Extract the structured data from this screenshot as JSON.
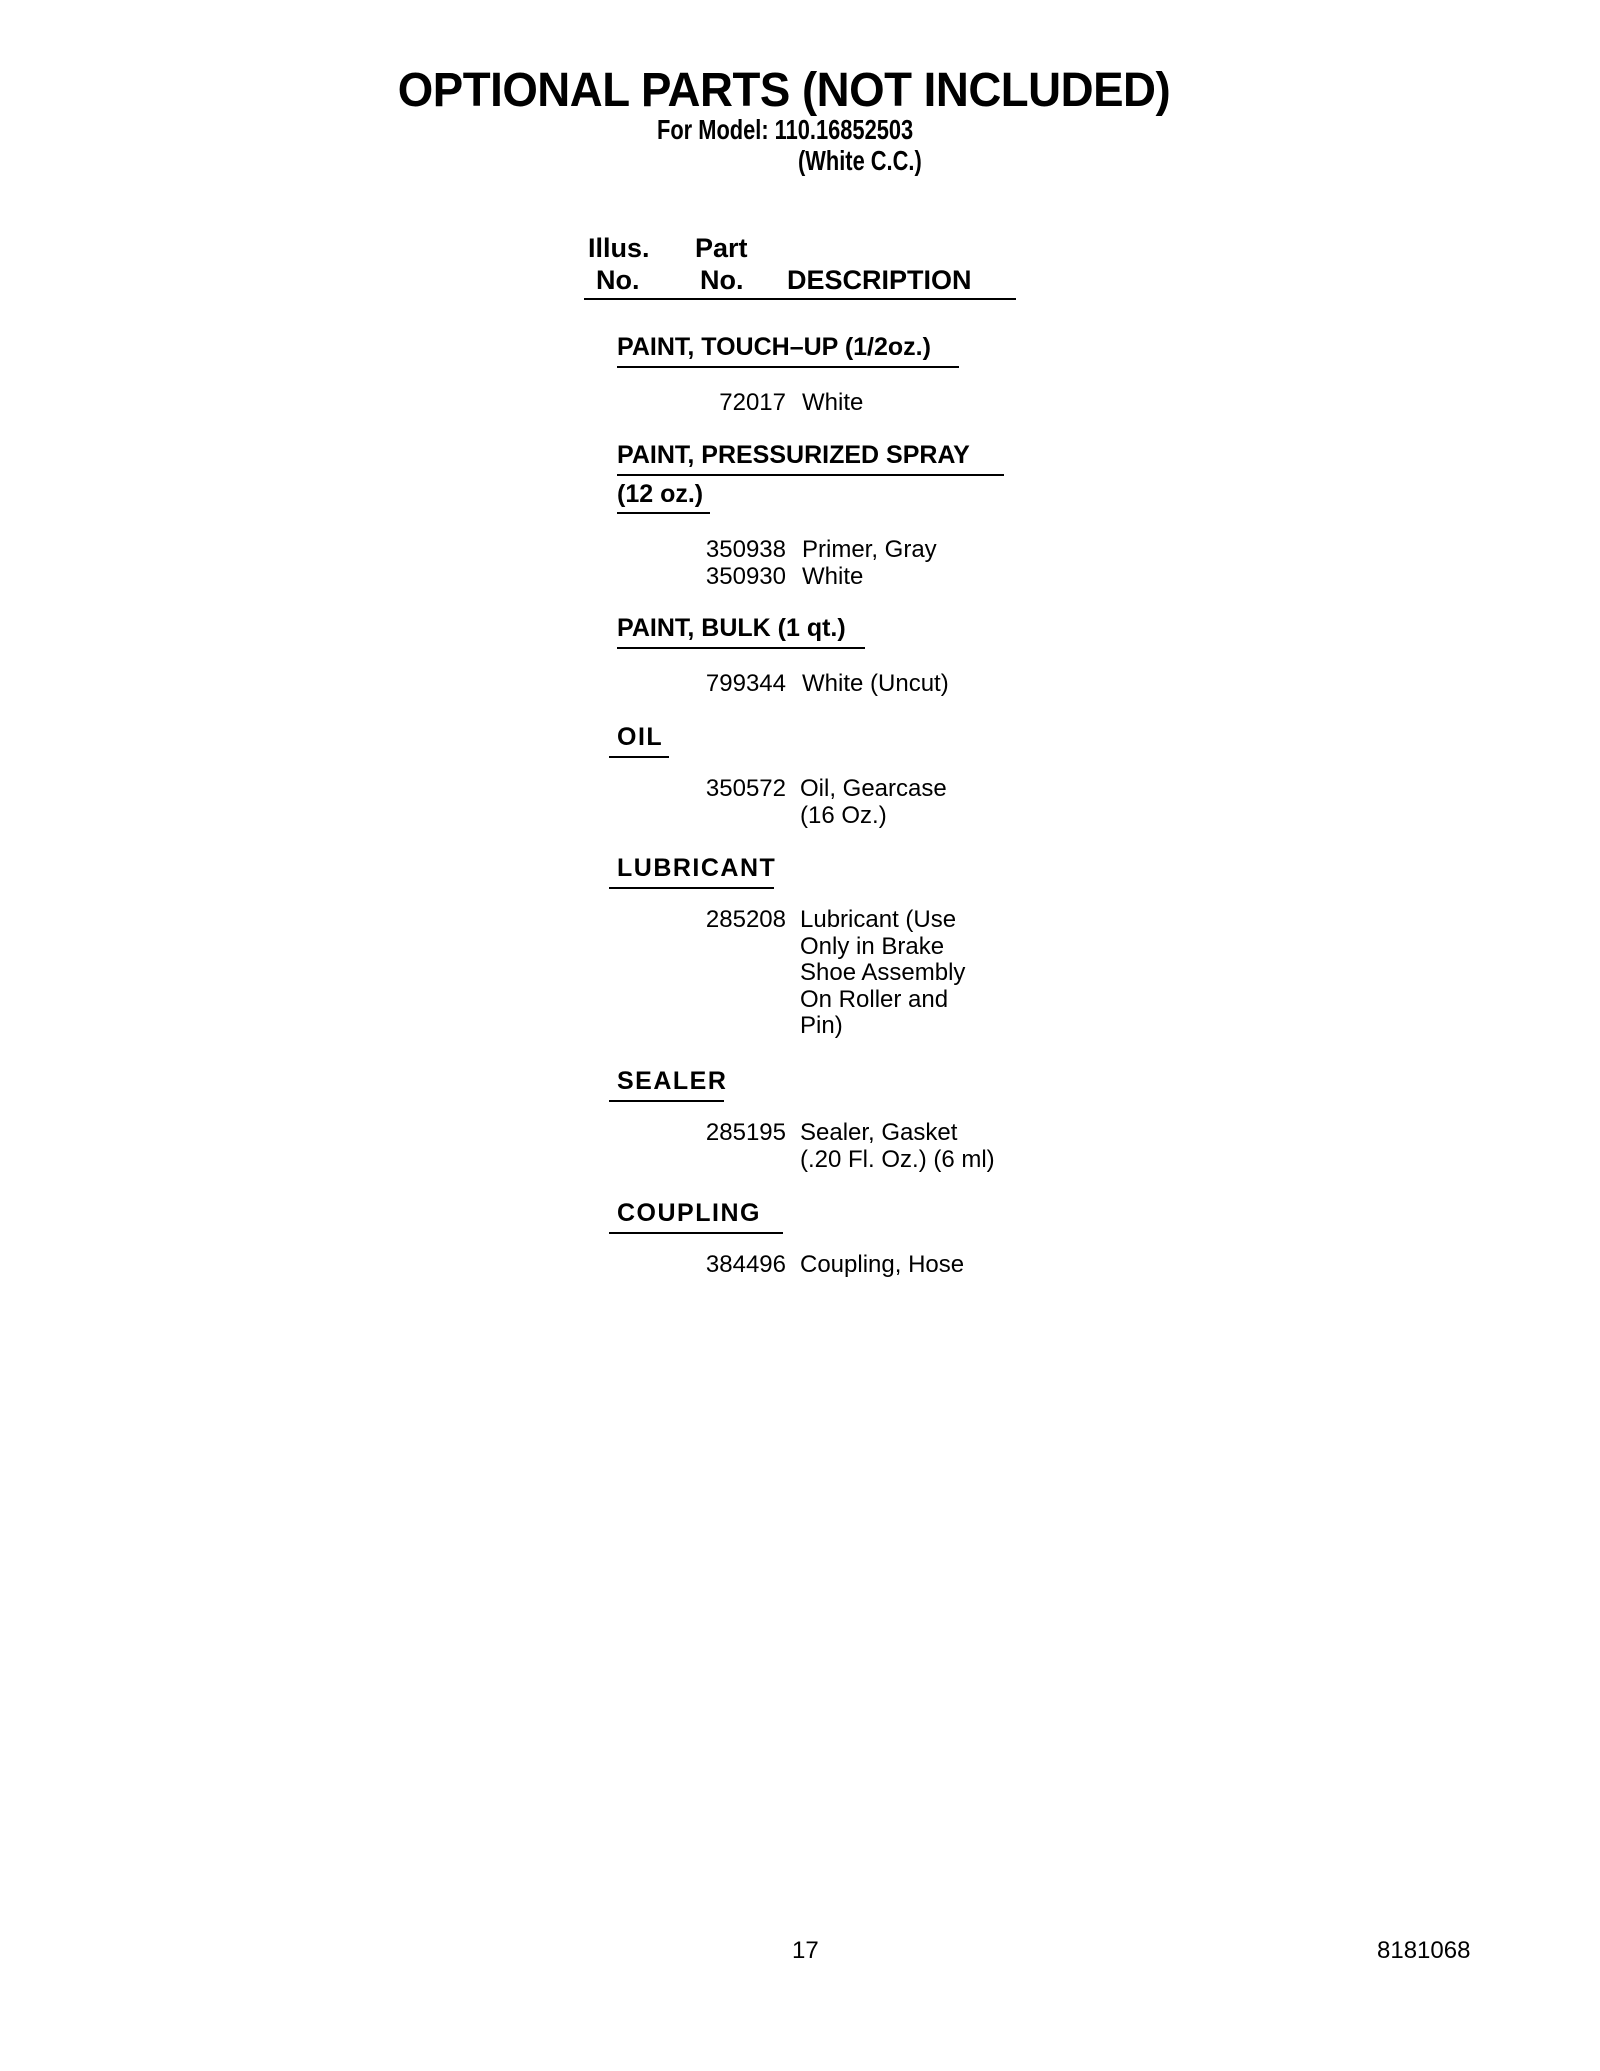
{
  "header": {
    "title": "OPTIONAL PARTS (NOT INCLUDED)",
    "model_line": "For Model: 110.16852503",
    "variant_line": "(White C.C.)"
  },
  "columns": {
    "illus_line1": "Illus.",
    "illus_line2": "No.",
    "part_line1": "Part",
    "part_line2": "No.",
    "description": "DESCRIPTION"
  },
  "sections": [
    {
      "title_lines": [
        "PAINT, TOUCH–UP (1/2oz.)"
      ],
      "items": [
        {
          "part_no": "72017",
          "description_lines": [
            "White"
          ]
        }
      ]
    },
    {
      "title_lines": [
        "PAINT, PRESSURIZED SPRAY",
        "(12 oz.)"
      ],
      "items": [
        {
          "part_no": "350938",
          "description_lines": [
            "Primer, Gray"
          ]
        },
        {
          "part_no": "350930",
          "description_lines": [
            "White"
          ]
        }
      ]
    },
    {
      "title_lines": [
        "PAINT, BULK (1 qt.)"
      ],
      "items": [
        {
          "part_no": "799344",
          "description_lines": [
            "White (Uncut)"
          ]
        }
      ]
    },
    {
      "title_lines": [
        "OIL"
      ],
      "items": [
        {
          "part_no": "350572",
          "description_lines": [
            "Oil, Gearcase",
            "(16 Oz.)"
          ]
        }
      ]
    },
    {
      "title_lines": [
        "LUBRICANT"
      ],
      "items": [
        {
          "part_no": "285208",
          "description_lines": [
            "Lubricant (Use",
            "Only in Brake",
            "Shoe Assembly",
            "On Roller and",
            "Pin)"
          ]
        }
      ]
    },
    {
      "title_lines": [
        "SEALER"
      ],
      "items": [
        {
          "part_no": "285195",
          "description_lines": [
            "Sealer, Gasket",
            "(.20 Fl. Oz.) (6 ml)"
          ]
        }
      ]
    },
    {
      "title_lines": [
        "COUPLING"
      ],
      "items": [
        {
          "part_no": "384496",
          "description_lines": [
            "Coupling, Hose"
          ]
        }
      ]
    }
  ],
  "footer": {
    "page_number": "17",
    "doc_number": "8181068"
  }
}
